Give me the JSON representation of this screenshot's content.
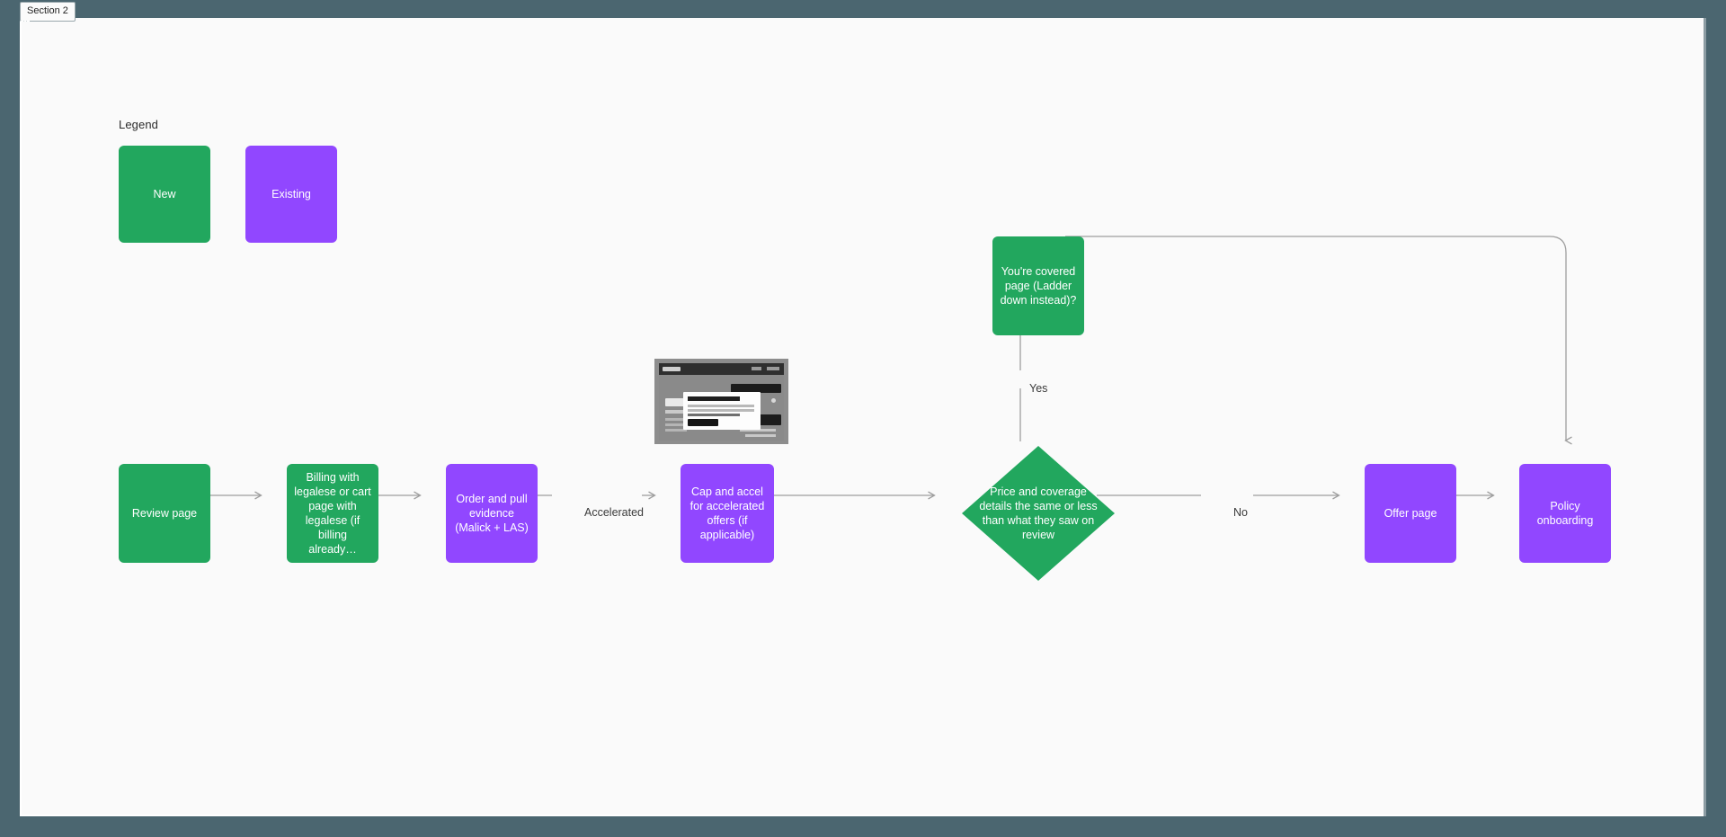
{
  "frame": {
    "section_label": "Section 2"
  },
  "legend": {
    "title": "Legend",
    "items": [
      {
        "label": "New",
        "color": "#22a75e"
      },
      {
        "label": "Existing",
        "color": "#9147ff"
      }
    ]
  },
  "colors": {
    "new": "#22a75e",
    "existing": "#9147ff",
    "canvas": "#fafafa",
    "backdrop": "#4b6670",
    "connector": "#9e9e9e",
    "node_text": "#ffffff"
  },
  "nodes": {
    "review": {
      "label": "Review page",
      "type": "new"
    },
    "billing": {
      "label": "Billing with legalese or cart page with legalese (if billing already…",
      "type": "new"
    },
    "order": {
      "label": "Order and pull evidence (Malick + LAS)",
      "type": "existing"
    },
    "cap": {
      "label": "Cap and accel for accelerated offers (if applicable)",
      "type": "existing"
    },
    "decision": {
      "label": "Price and coverage details the same or less than what they saw on review",
      "type": "new"
    },
    "covered": {
      "label": "You're covered page (Ladder down instead)?",
      "type": "new"
    },
    "offer": {
      "label": "Offer page",
      "type": "existing"
    },
    "policy": {
      "label": "Policy onboarding",
      "type": "existing"
    }
  },
  "edge_labels": {
    "accelerated": "Accelerated",
    "yes": "Yes",
    "no": "No"
  },
  "thumbnail": {
    "name": "coverage-adjusted-modal-screenshot"
  }
}
